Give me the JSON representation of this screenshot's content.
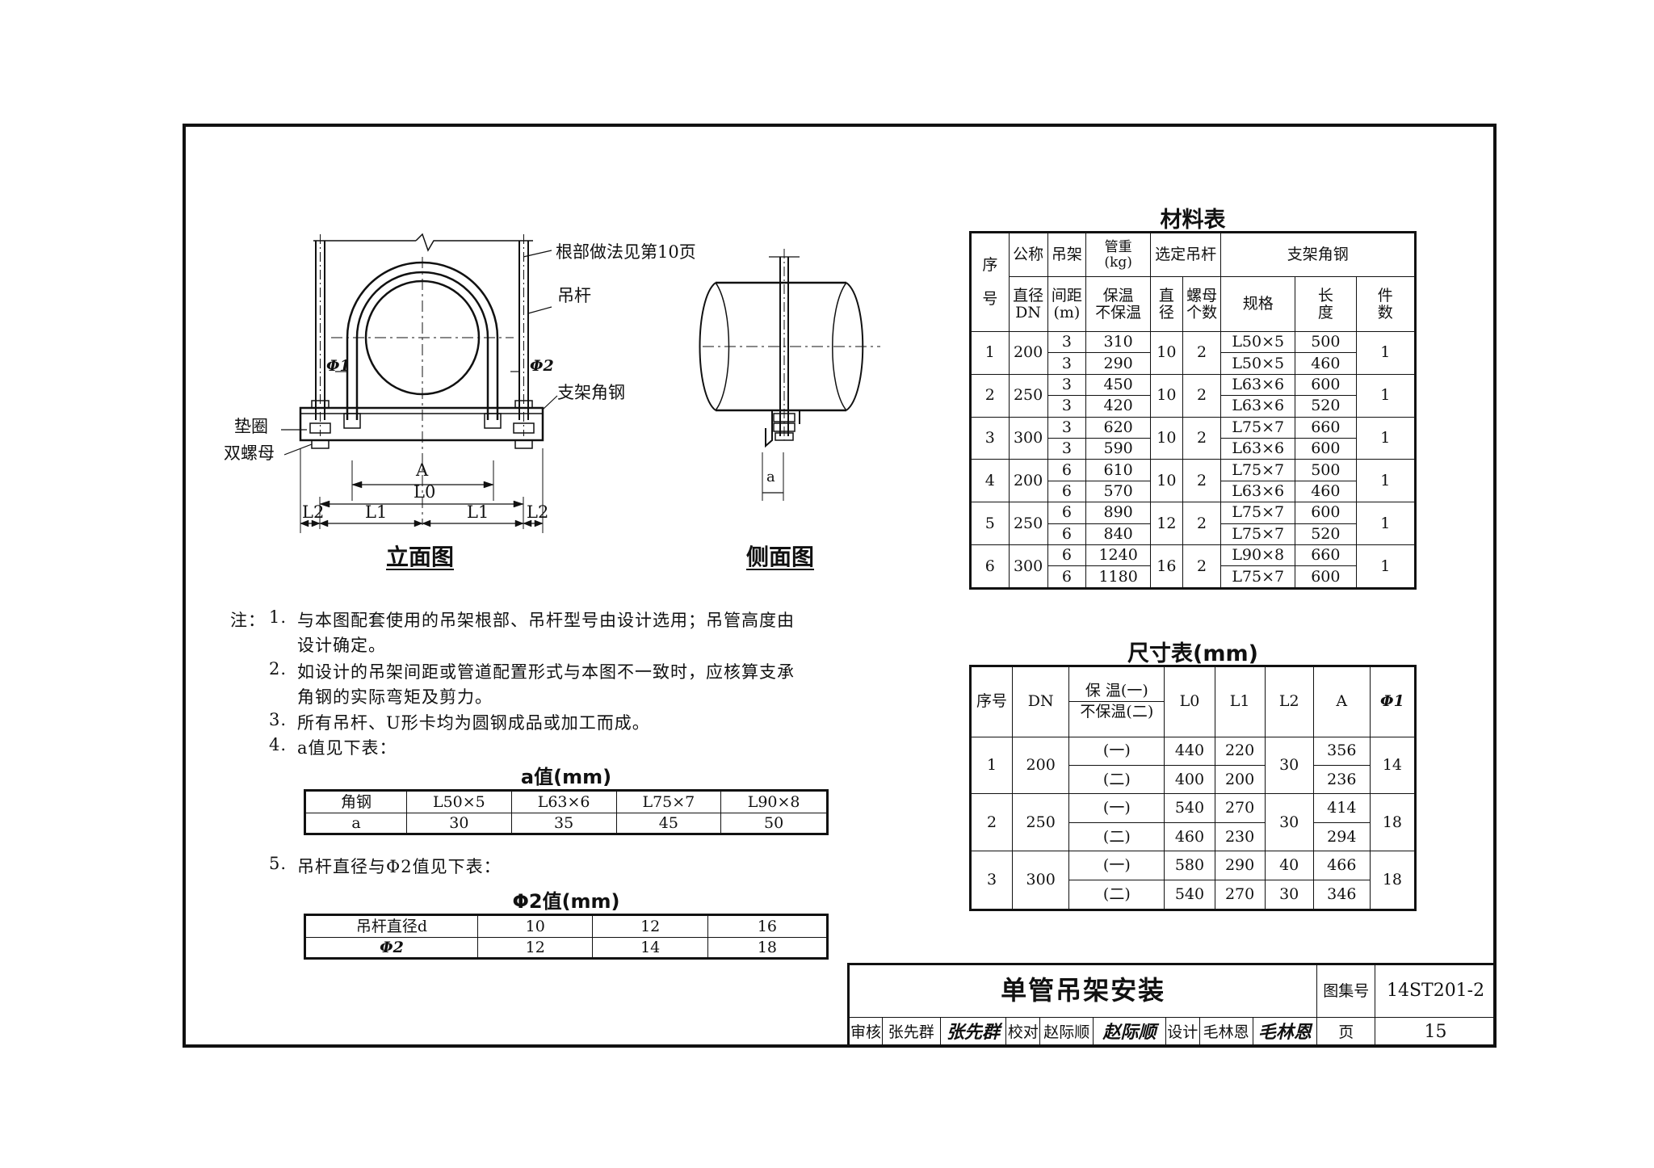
{
  "drawing": {
    "labels": {
      "root_note": "根部做法见第10页",
      "rod": "吊杆",
      "angle_steel": "支架角钢",
      "washer": "垫圈",
      "double_nut": "双螺母",
      "phi1": "Φ1",
      "phi2": "Φ2",
      "dim_A": "A",
      "dim_L0": "L0",
      "dim_L1a": "L1",
      "dim_L1b": "L1",
      "dim_L2a": "L2",
      "dim_L2b": "L2",
      "dim_a": "a"
    },
    "elevation_title": "立面图",
    "side_title": "侧面图"
  },
  "notes": {
    "prefix": "注：",
    "n1_num": "1.",
    "n1_line1": "与本图配套使用的吊架根部、吊杆型号由设计选用；吊管高度由",
    "n1_line2": "设计确定。",
    "n2_num": "2.",
    "n2_line1": "如设计的吊架间距或管道配置形式与本图不一致时，应核算支承",
    "n2_line2": "角钢的实际弯矩及剪力。",
    "n3_num": "3.",
    "n3_line1": "所有吊杆、U形卡均为圆钢成品或加工而成。",
    "n4_num": "4.",
    "n4_line1": "a值见下表：",
    "n5_num": "5.",
    "n5_line1": "吊杆直径与Φ2值见下表："
  },
  "a_table": {
    "title": "a值(mm)",
    "header": [
      "角钢",
      "L50×5",
      "L63×6",
      "L75×7",
      "L90×8"
    ],
    "row": [
      "a",
      "30",
      "35",
      "45",
      "50"
    ]
  },
  "phi2_table": {
    "title": "Φ2值(mm)",
    "row1": [
      "吊杆直径d",
      "10",
      "12",
      "16"
    ],
    "row2": [
      "Φ2",
      "12",
      "14",
      "18"
    ]
  },
  "material_table": {
    "title": "材料表",
    "h_seq_1": "序",
    "h_seq_2": "号",
    "h_dn_1": "公称",
    "h_dn_2": "直径",
    "h_dn_3": "DN",
    "h_span_1": "吊架",
    "h_span_2": "间距",
    "h_span_3": "(m)",
    "h_weight_1": "管重",
    "h_weight_2": "(kg)",
    "h_weight_3": "保温",
    "h_weight_4": "不保温",
    "h_rod": "选定吊杆",
    "h_rod_d_1": "直",
    "h_rod_d_2": "径",
    "h_rod_n_1": "螺母",
    "h_rod_n_2": "个数",
    "h_angle": "支架角钢",
    "h_spec": "规格",
    "h_len_1": "长",
    "h_len_2": "度",
    "h_cnt_1": "件",
    "h_cnt_2": "数",
    "rows": [
      {
        "seq": "1",
        "dn": "200",
        "span_a": "3",
        "span_b": "3",
        "w_a": "310",
        "w_b": "290",
        "d": "10",
        "n": "2",
        "spec_a": "L50×5",
        "spec_b": "L50×5",
        "len_a": "500",
        "len_b": "460",
        "cnt": "1"
      },
      {
        "seq": "2",
        "dn": "250",
        "span_a": "3",
        "span_b": "3",
        "w_a": "450",
        "w_b": "420",
        "d": "10",
        "n": "2",
        "spec_a": "L63×6",
        "spec_b": "L63×6",
        "len_a": "600",
        "len_b": "520",
        "cnt": "1"
      },
      {
        "seq": "3",
        "dn": "300",
        "span_a": "3",
        "span_b": "3",
        "w_a": "620",
        "w_b": "590",
        "d": "10",
        "n": "2",
        "spec_a": "L75×7",
        "spec_b": "L63×6",
        "len_a": "660",
        "len_b": "600",
        "cnt": "1"
      },
      {
        "seq": "4",
        "dn": "200",
        "span_a": "6",
        "span_b": "6",
        "w_a": "610",
        "w_b": "570",
        "d": "10",
        "n": "2",
        "spec_a": "L75×7",
        "spec_b": "L63×6",
        "len_a": "500",
        "len_b": "460",
        "cnt": "1"
      },
      {
        "seq": "5",
        "dn": "250",
        "span_a": "6",
        "span_b": "6",
        "w_a": "890",
        "w_b": "840",
        "d": "12",
        "n": "2",
        "spec_a": "L75×7",
        "spec_b": "L75×7",
        "len_a": "600",
        "len_b": "520",
        "cnt": "1"
      },
      {
        "seq": "6",
        "dn": "300",
        "span_a": "6",
        "span_b": "6",
        "w_a": "1240",
        "w_b": "1180",
        "d": "16",
        "n": "2",
        "spec_a": "L90×8",
        "spec_b": "L75×7",
        "len_a": "660",
        "len_b": "600",
        "cnt": "1"
      }
    ]
  },
  "size_table": {
    "title": "尺寸表(mm)",
    "h_seq": "序号",
    "h_dn": "DN",
    "h_ins_1": "保 温(一)",
    "h_ins_2": "不保温(二)",
    "h_L0": "L0",
    "h_L1": "L1",
    "h_L2": "L2",
    "h_A": "A",
    "h_phi1": "Φ1",
    "rows": [
      {
        "seq": "1",
        "dn": "200",
        "t_a": "(一)",
        "t_b": "(二)",
        "L0_a": "440",
        "L0_b": "400",
        "L1_a": "220",
        "L1_b": "200",
        "L2_a": "30",
        "L2_b": "",
        "A_a": "356",
        "A_b": "236",
        "phi1": "14"
      },
      {
        "seq": "2",
        "dn": "250",
        "t_a": "(一)",
        "t_b": "(二)",
        "L0_a": "540",
        "L0_b": "460",
        "L1_a": "270",
        "L1_b": "230",
        "L2_a": "30",
        "L2_b": "",
        "A_a": "414",
        "A_b": "294",
        "phi1": "18"
      },
      {
        "seq": "3",
        "dn": "300",
        "t_a": "(一)",
        "t_b": "(二)",
        "L0_a": "580",
        "L0_b": "540",
        "L1_a": "290",
        "L1_b": "270",
        "L2_a": "40",
        "L2_b": "30",
        "A_a": "466",
        "A_b": "346",
        "phi1": "18"
      }
    ]
  },
  "title_block": {
    "title": "单管吊架安装",
    "atlas_label": "图集号",
    "atlas_no": "14ST201-2",
    "review_label": "审核",
    "review_name": "张先群",
    "review_sig": "张先群",
    "check_label": "校对",
    "check_name": "赵际顺",
    "check_sig": "赵际顺",
    "design_label": "设计",
    "design_name": "毛林恩",
    "design_sig": "毛林恩",
    "page_label": "页",
    "page_no": "15"
  }
}
